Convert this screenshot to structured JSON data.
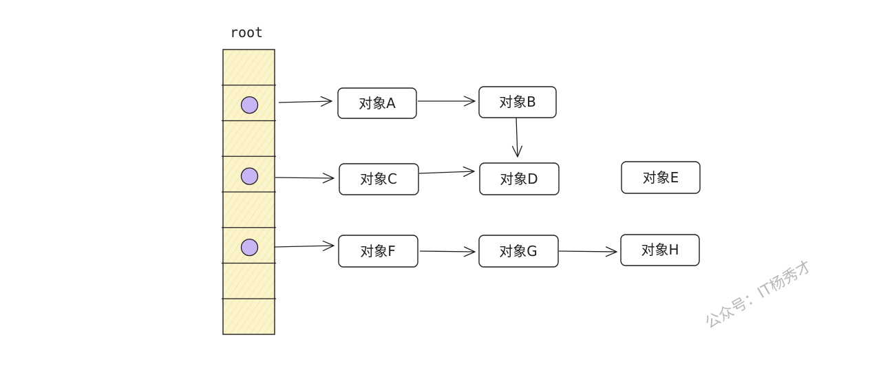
{
  "root": {
    "label": "root",
    "cell_count": 8,
    "cells_with_pointer": [
      1,
      3,
      5
    ],
    "fill_color": "#fbf3c9",
    "pointer_color": "#c9b5f4"
  },
  "nodes": [
    {
      "id": "A",
      "label": "对象A"
    },
    {
      "id": "B",
      "label": "对象B"
    },
    {
      "id": "C",
      "label": "对象C"
    },
    {
      "id": "D",
      "label": "对象D"
    },
    {
      "id": "E",
      "label": "对象E"
    },
    {
      "id": "F",
      "label": "对象F"
    },
    {
      "id": "G",
      "label": "对象G"
    },
    {
      "id": "H",
      "label": "对象H"
    }
  ],
  "edges": [
    {
      "from": "root-cell-1",
      "to": "A"
    },
    {
      "from": "A",
      "to": "B"
    },
    {
      "from": "B",
      "to": "D"
    },
    {
      "from": "root-cell-3",
      "to": "C"
    },
    {
      "from": "C",
      "to": "D"
    },
    {
      "from": "root-cell-5",
      "to": "F"
    },
    {
      "from": "F",
      "to": "G"
    },
    {
      "from": "G",
      "to": "H"
    }
  ],
  "watermark": "公众号：IT杨秀才",
  "colors": {
    "stroke": "#1e1e1e",
    "watermark": "#b8b8b8"
  }
}
